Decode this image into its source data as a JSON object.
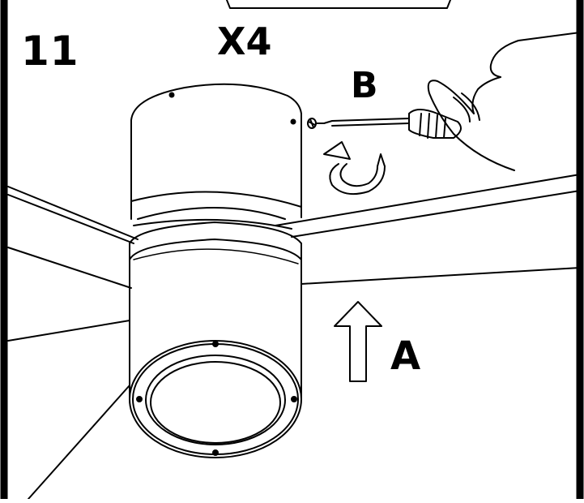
{
  "diagram": {
    "step_number": "11",
    "screw_count": "X4",
    "callout_b": "B",
    "callout_a": "A",
    "icons": [
      "screwdriver-icon",
      "hand-icon",
      "screw-icon",
      "rotate-arrow-icon",
      "up-arrow-icon",
      "ceiling-fan-icon"
    ],
    "colors": {
      "line": "#000000",
      "background": "#ffffff"
    }
  }
}
